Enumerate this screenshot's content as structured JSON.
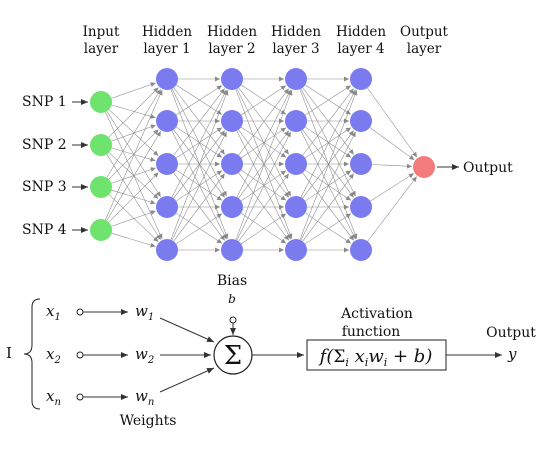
{
  "network": {
    "columns": [
      {
        "title_line1": "Input",
        "title_line2": "layer",
        "nodes": 4
      },
      {
        "title_line1": "Hidden",
        "title_line2": "layer 1",
        "nodes": 5
      },
      {
        "title_line1": "Hidden",
        "title_line2": "layer 2",
        "nodes": 5
      },
      {
        "title_line1": "Hidden",
        "title_line2": "layer 3",
        "nodes": 5
      },
      {
        "title_line1": "Hidden",
        "title_line2": "layer 4",
        "nodes": 5
      },
      {
        "title_line1": "Output",
        "title_line2": "layer",
        "nodes": 1
      }
    ],
    "inputs": [
      "SNP 1",
      "SNP 2",
      "SNP 3",
      "SNP 4"
    ],
    "output_label": "Output",
    "colors": {
      "input": "#6ee36e",
      "hidden": "#7b7bf0",
      "output": "#f47b7b"
    }
  },
  "neuron": {
    "bias_label": "Bias",
    "bias_symbol": "b",
    "input_group_label": "I",
    "inputs": [
      {
        "x_base": "x",
        "x_sub": "1",
        "w_base": "w",
        "w_sub": "1"
      },
      {
        "x_base": "x",
        "x_sub": "2",
        "w_base": "w",
        "w_sub": "2"
      },
      {
        "x_base": "x",
        "x_sub": "n",
        "w_base": "w",
        "w_sub": "n"
      }
    ],
    "weights_label": "Weights",
    "sum_symbol": "Σ",
    "activation_label_line1": "Activation",
    "activation_label_line2": "function",
    "activation_formula": "f(Σi xiwi + b)",
    "output_label": "Output",
    "output_symbol": "y"
  }
}
